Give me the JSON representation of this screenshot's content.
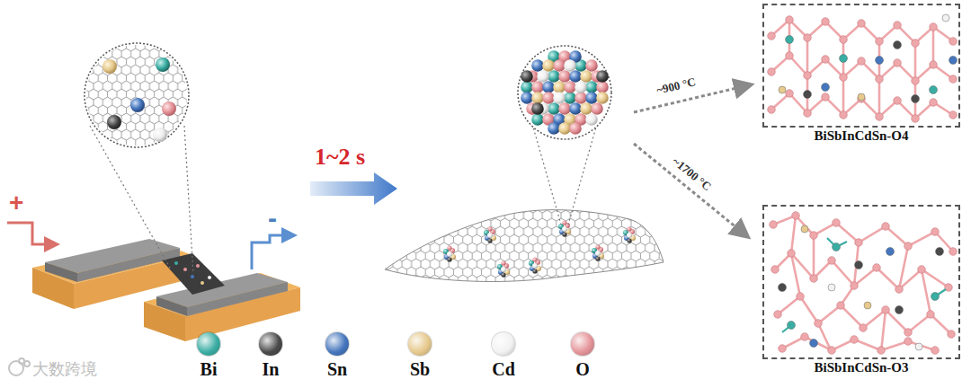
{
  "diagram": {
    "nodes": [
      {
        "text": [
          "BiSbInCdSn-O4"
        ]
      },
      {
        "text": [
          "BiSbInCdSn-O3"
        ]
      }
    ],
    "labels": [
      "+",
      "-",
      "1~2 s",
      "~900 °C",
      "~1700 °C",
      "大数跨境"
    ],
    "legend": [
      {
        "text": "Bi",
        "color": "#3aada3"
      },
      {
        "text": "In",
        "color": "#4a4a4a"
      },
      {
        "text": "Sn",
        "color": "#4576bd"
      },
      {
        "text": "Sb",
        "color": "#e6c98c"
      },
      {
        "text": "Cd",
        "color": "#f2f2f2"
      },
      {
        "text": "O",
        "color": "#e59499"
      }
    ]
  }
}
